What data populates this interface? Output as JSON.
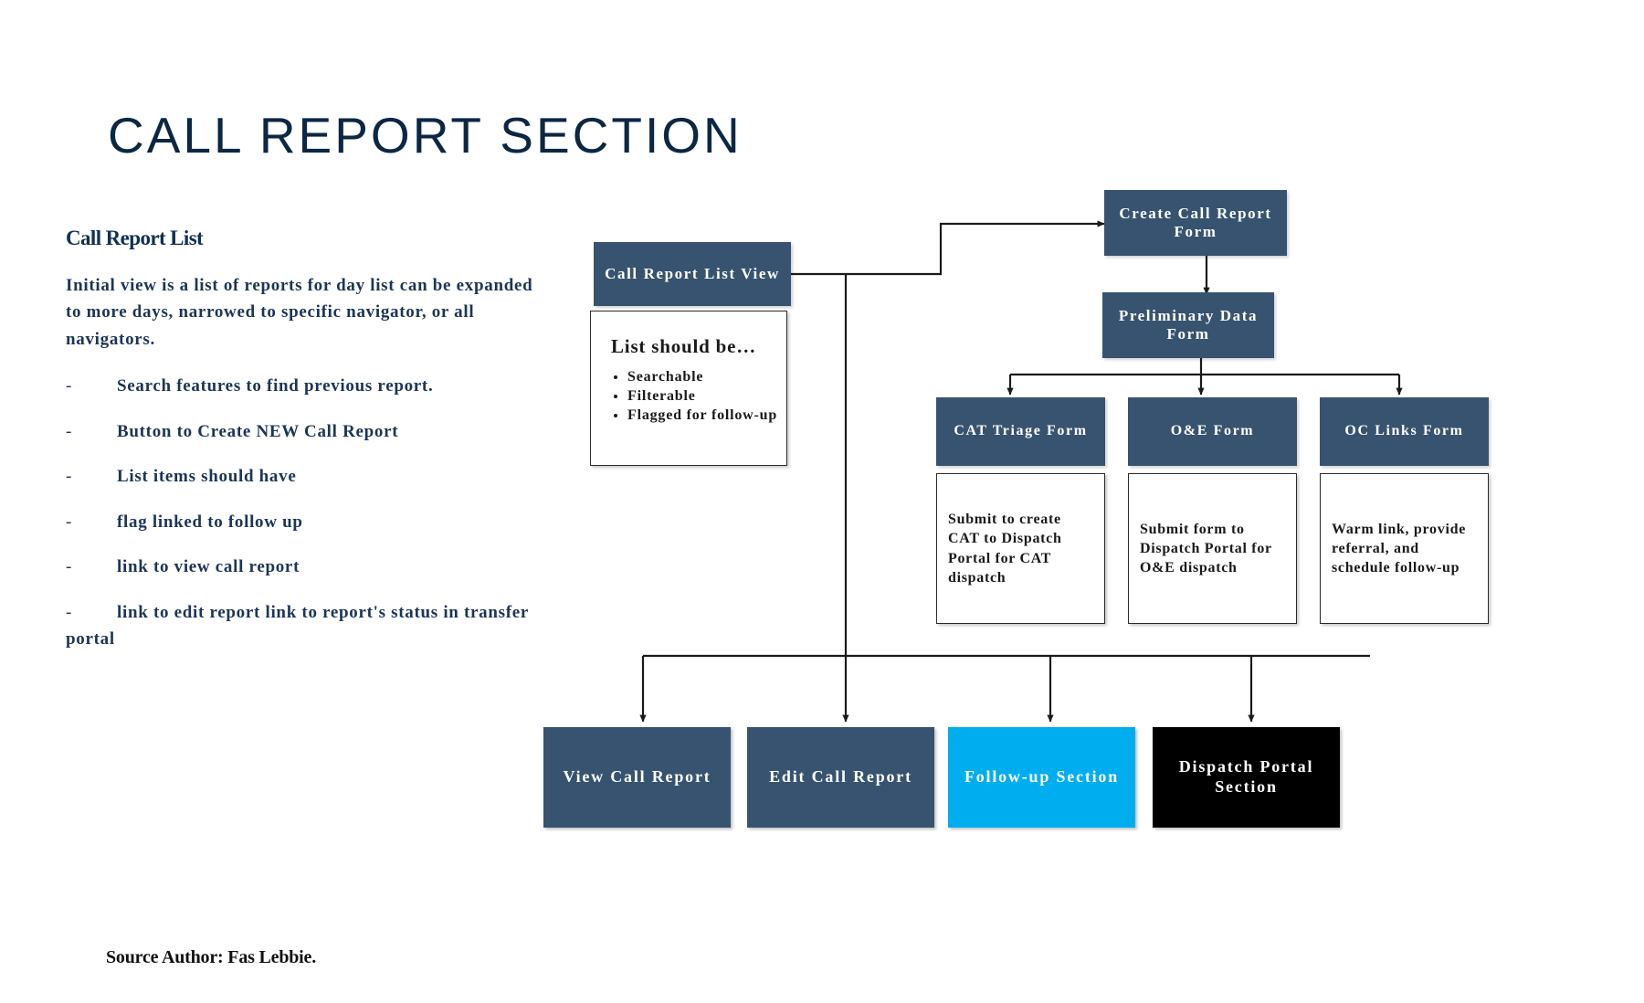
{
  "page": {
    "title": "CALL REPORT SECTION",
    "footer_note": "Source Author: Fas Lebbie.",
    "colors": {
      "title_navy": "#0c2744",
      "box_blue": "#37536f",
      "accent_cyan": "#00AEEF",
      "black": "#000000",
      "text_navy": "#1d3557"
    }
  },
  "left_panel": {
    "heading": "Call Report List",
    "paragraph": "Initial view is a list of reports for day list can be expanded to more days, narrowed to specific navigator, or all navigators.",
    "bullets": [
      {
        "marker": "-",
        "text": "Search features to find previous report."
      },
      {
        "marker": "-",
        "text": "Button to Create NEW Call Report"
      },
      {
        "marker": "-",
        "text": "List items should have"
      },
      {
        "marker": "-",
        "text": "flag linked to follow up"
      },
      {
        "marker": "-",
        "text": "link to view call report"
      },
      {
        "marker": "-",
        "text": "link to edit report link to report's status in transfer portal"
      }
    ]
  },
  "flow": {
    "list_view": {
      "header": "Call Report List View",
      "body_title": "List should be…",
      "body_items": [
        "Searchable",
        "Filterable",
        "Flagged for follow-up"
      ]
    },
    "create_form": {
      "header": "Create Call Report Form"
    },
    "preliminary_form": {
      "header": "Preliminary Data Form"
    },
    "branches": [
      {
        "header": "CAT Triage Form",
        "body": "Submit to create CAT to Dispatch Portal for CAT dispatch"
      },
      {
        "header": "O&E Form",
        "body": "Submit form to Dispatch Portal for O&E dispatch"
      },
      {
        "header": "OC Links Form",
        "body": "Warm link, provide referral, and schedule follow-up"
      }
    ],
    "terminals": [
      {
        "label": "View Call Report",
        "bg": "#37536f",
        "fg": "#ffffff"
      },
      {
        "label": "Edit Call Report",
        "bg": "#37536f",
        "fg": "#ffffff"
      },
      {
        "label": "Follow-up Section",
        "bg": "#00AEEF",
        "fg": "#ffffff"
      },
      {
        "label": "Dispatch Portal Section",
        "bg": "#000000",
        "fg": "#ffffff"
      }
    ]
  }
}
